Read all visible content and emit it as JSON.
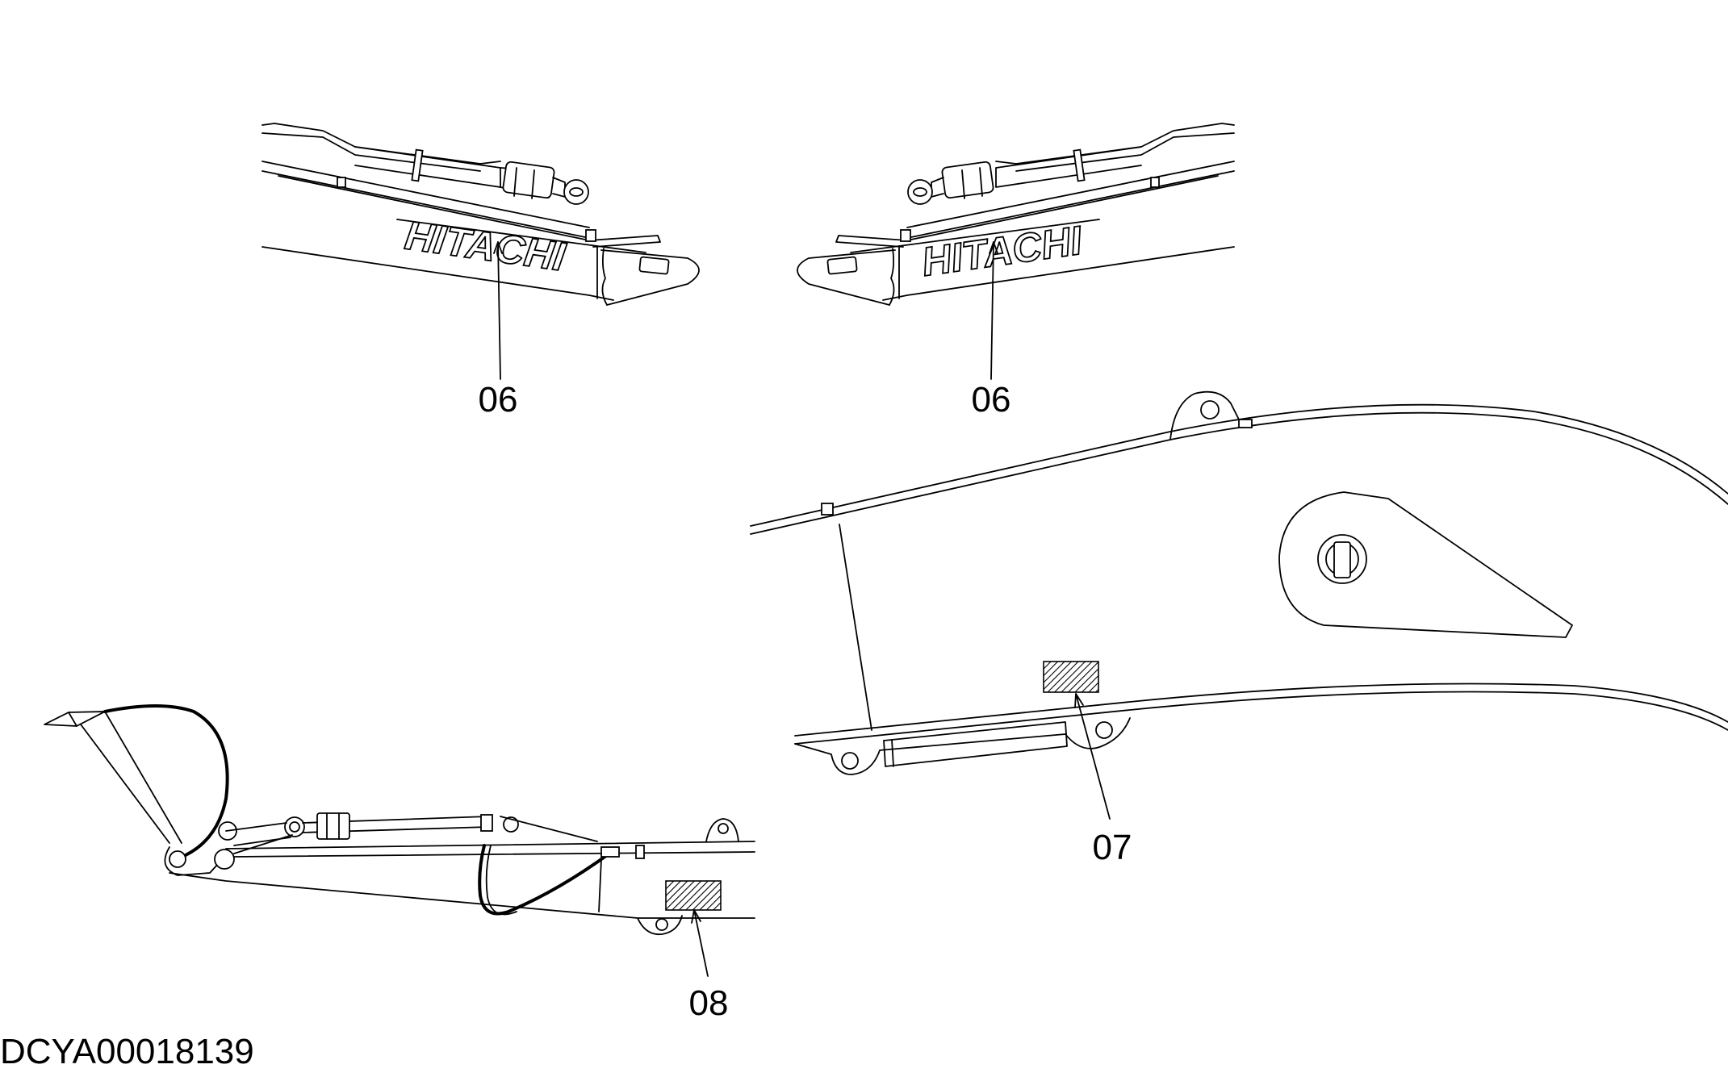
{
  "figure": {
    "callouts": [
      {
        "id": "left-top",
        "label": "06"
      },
      {
        "id": "right-top",
        "label": "06"
      },
      {
        "id": "boom",
        "label": "07"
      },
      {
        "id": "arm",
        "label": "08"
      }
    ],
    "brand_text": "HITACHI",
    "document_id": "DCYA00018139"
  }
}
